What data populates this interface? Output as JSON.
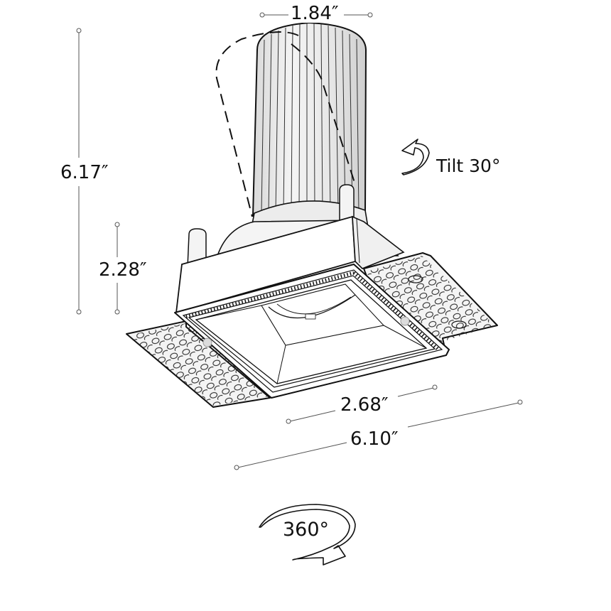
{
  "diagram": {
    "subject": "Square trimless recessed downlight with adjustable cylinder",
    "colors": {
      "line": "#111111",
      "dim_line": "#555555",
      "fill_light": "#f2f2f2",
      "fill_mid": "#e2e2e2",
      "background": "#ffffff"
    }
  },
  "dimensions": {
    "top_width": {
      "label": "1.84″",
      "meaning": "cylinder diameter"
    },
    "overall_height": {
      "label": "6.17″",
      "meaning": "overall height"
    },
    "housing_height": {
      "label": "2.28″",
      "meaning": "housing height"
    },
    "aperture_width": {
      "label": "2.68″",
      "meaning": "aperture width"
    },
    "flange_width": {
      "label": "6.10″",
      "meaning": "mud-in flange width"
    }
  },
  "callouts": {
    "tilt": {
      "label": "Tilt 30°",
      "icon": "curved-arrow-tilt-icon"
    },
    "rotation": {
      "label": "360°",
      "icon": "circular-rotation-arrow-icon"
    }
  }
}
